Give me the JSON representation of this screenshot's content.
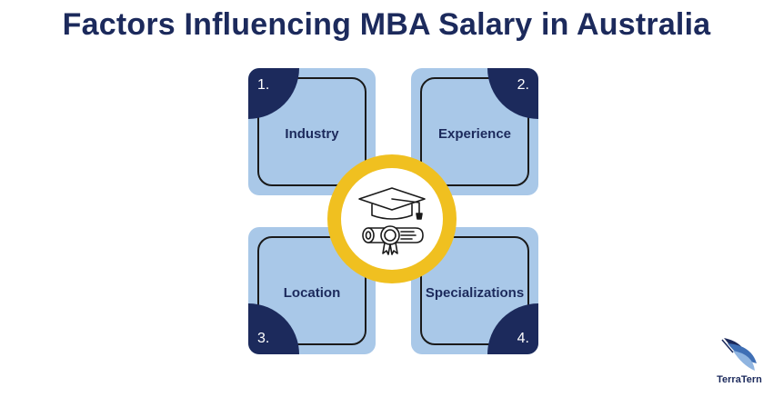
{
  "title": "Factors Influencing MBA Salary in Australia",
  "factors": [
    {
      "number": "1.",
      "label": "Industry"
    },
    {
      "number": "2.",
      "label": "Experience"
    },
    {
      "number": "3.",
      "label": "Location"
    },
    {
      "number": "4.",
      "label": "Specializations"
    }
  ],
  "center_icon": "graduation-cap-and-diploma-icon",
  "logo": {
    "text": "TerraTern",
    "icon": "terratern-logo-icon"
  },
  "colors": {
    "title": "#1c2a5c",
    "card": "#a9c8e8",
    "corner": "#1c2a5c",
    "ring": "#f0c020"
  }
}
